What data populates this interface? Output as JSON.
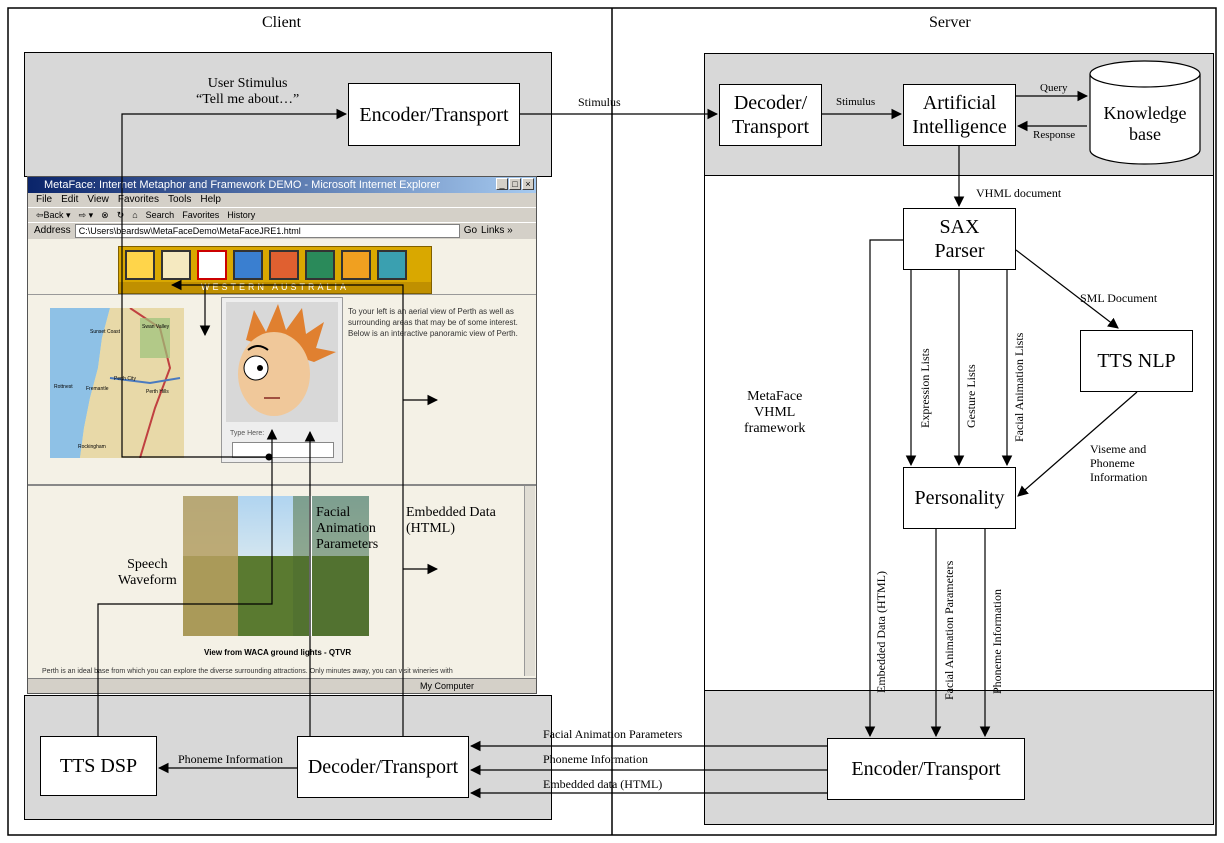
{
  "sections": {
    "client": "Client",
    "server": "Server"
  },
  "client": {
    "user_stimulus_line1": "User Stimulus",
    "user_stimulus_line2": "“Tell me about…”",
    "encoder_transport": "Encoder/Transport",
    "speech_waveform_line1": "Speech",
    "speech_waveform_line2": "Waveform",
    "facial_anim_line1": "Facial",
    "facial_anim_line2": "Animation",
    "facial_anim_line3": "Parameters",
    "embedded_data_line1": "Embedded Data",
    "embedded_data_line2": "(HTML)",
    "tts_dsp": "TTS DSP",
    "decoder_transport": "Decoder/Transport",
    "phoneme_information": "Phoneme Information"
  },
  "server": {
    "decoder_transport_line1": "Decoder/",
    "decoder_transport_line2": "Transport",
    "stimulus": "Stimulus",
    "ai_line1": "Artificial",
    "ai_line2": "Intelligence",
    "query": "Query",
    "response": "Response",
    "kb_line1": "Knowledge",
    "kb_line2": "base",
    "vhml_document": "VHML document",
    "sax_line1": "SAX",
    "sax_line2": "Parser",
    "sml_document": "SML Document",
    "tts_nlp": "TTS NLP",
    "framework_line1": "MetaFace",
    "framework_line2": "VHML",
    "framework_line3": "framework",
    "expression_lists": "Expression Lists",
    "gesture_lists": "Gesture Lists",
    "facial_animation_lists": "Facial Animation Lists",
    "viseme_line1": "Viseme and",
    "viseme_line2": "Phoneme",
    "viseme_line3": "Information",
    "personality": "Personality",
    "embedded_data_html": "Embedded Data (HTML)",
    "facial_animation_parameters": "Facial Animation Parameters",
    "phoneme_information": "Phoneme Information",
    "encoder_transport": "Encoder/Transport"
  },
  "links": {
    "stimulus": "Stimulus",
    "fap": "Facial Animation Parameters",
    "phoneme": "Phoneme Information",
    "embedded": "Embedded data (HTML)"
  },
  "browser": {
    "title": "MetaFace: Internet Metaphor and Framework DEMO - Microsoft Internet Explorer",
    "menu": [
      "File",
      "Edit",
      "View",
      "Favorites",
      "Tools",
      "Help"
    ],
    "toolbar": [
      "⇦Back ▾",
      "⇨ ▾",
      "⊗",
      "↻",
      "⌂",
      "Search",
      "Favorites",
      "History"
    ],
    "address_label": "Address",
    "address_value": "C:\\Users\\beardsw\\MetaFaceDemo\\MetaFaceJRE1.html",
    "go_label": "Go",
    "links_label": "Links »",
    "banner_text": "WESTERN AUSTRALIA",
    "intro_text": "To your left is an aerial view of Perth as well as surrounding areas that may be of some interest. Below is an interactive panoramic view of Perth.",
    "type_here": "Type Here:",
    "photo_caption": "View from WACA ground lights - QTVR",
    "body_text": "Perth is an ideal base from which you can explore the diverse surrounding attractions. Only minutes away, you can visit wineries with",
    "status": "My Computer",
    "map_labels": [
      "Swan Valley",
      "Perth City",
      "Perth Hills",
      "Fremantle",
      "Rottnest",
      "Rockingham",
      "Sunset Coast"
    ]
  },
  "colors": {
    "region_fill": "#d8d8d8",
    "browser_bg": "#f4f1e6",
    "titlebar": "#0a246a"
  }
}
